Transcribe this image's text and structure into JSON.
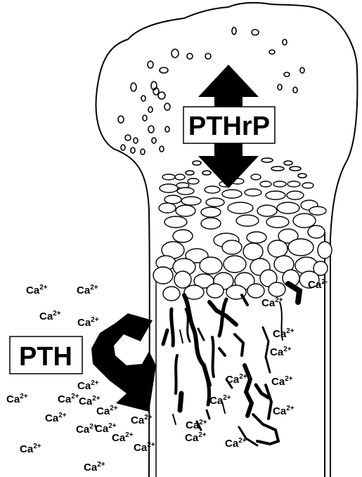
{
  "labels": {
    "pthrp": "PTHrP",
    "pth": "PTH"
  },
  "ion": {
    "base": "Ca",
    "charge": "2+",
    "edge_charge": "2-"
  },
  "colors": {
    "ink": "#000000",
    "background": "#ffffff"
  }
}
